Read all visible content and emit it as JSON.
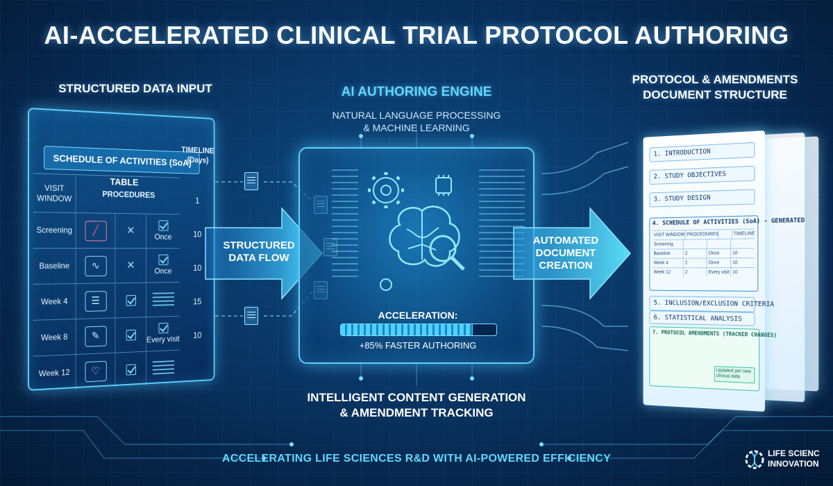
{
  "title": "AI-ACCELERATED CLINICAL TRIAL PROTOCOL AUTHORING",
  "left_section": {
    "label": "STRUCTURED DATA INPUT",
    "table_title": "SCHEDULE OF ACTIVITIES (SoA) TABLE",
    "timeline_header": "TIMELINE (Days)",
    "header_col1": "VISIT WINDOW",
    "header_procedures": "PROCEDURES",
    "rows": [
      {
        "visit": "Screening",
        "col3": "Once",
        "timeline": "1"
      },
      {
        "visit": "Baseline",
        "col3": "Once",
        "timeline": "10"
      },
      {
        "visit": "Week 4",
        "col3": "",
        "timeline": "10"
      },
      {
        "visit": "Week 8",
        "col3": "Every visit",
        "timeline": "15"
      },
      {
        "visit": "Week 12",
        "col3": "",
        "timeline": "10"
      }
    ]
  },
  "flow": {
    "structured_data_flow": "STRUCTURED DATA FLOW",
    "automated_creation": "AUTOMATED DOCUMENT CREATION"
  },
  "engine": {
    "label": "AI AUTHORING ENGINE",
    "subtitle_line1": "NATURAL LANGUAGE PROCESSING",
    "subtitle_line2": "& MACHINE LEARNING",
    "acceleration_label": "ACCELERATION:",
    "acceleration_pct": 85,
    "acceleration_note": "+85% FASTER AUTHORING"
  },
  "right_section": {
    "label_line1": "PROTOCOL & AMENDMENTS",
    "label_line2": "DOCUMENT STRUCTURE",
    "sections": [
      "1. INTRODUCTION",
      "2. STUDY OBJECTIVES",
      "3. STUDY DESIGN",
      "5. INCLUSION/EXCLUSION CRITERIA",
      "6. STATISTICAL ANALYSIS"
    ],
    "soa_generated_title": "4. SCHEDULE OF ACTIVITIES (SoA) - GENERATED",
    "soa_generated_rows": [
      [
        "VISIT WINDOW",
        "PROCEDURES",
        "",
        "TIMELINE"
      ],
      [
        "Screening",
        "",
        "",
        ""
      ],
      [
        "Baseline",
        "2",
        "Once",
        "10"
      ],
      [
        "Week 4",
        "2",
        "Once",
        "10"
      ],
      [
        "Week 12",
        "2",
        "Every visit",
        "10"
      ]
    ],
    "amendments_title": "7. PROTOCOL AMENDMENTS (TRACKED CHANGES)",
    "amendments_note": "Updated per new clinical data"
  },
  "bottom_caption_line1": "INTELLIGENT CONTENT GENERATION",
  "bottom_caption_line2": "& AMENDMENT TRACKING",
  "footer_tagline": "ACCELERATING LIFE SCIENCES R&D WITH AI-POWERED EFFICIENCY",
  "brand": {
    "line1": "LIFE SCIENC",
    "line2": "INNOVATION",
    "icon": "gear-dna-icon"
  },
  "colors": {
    "accent": "#5fd8ff",
    "background": "#0a3868",
    "amendment_green": "#2ac49a",
    "needle_red": "#ff5a7a"
  }
}
